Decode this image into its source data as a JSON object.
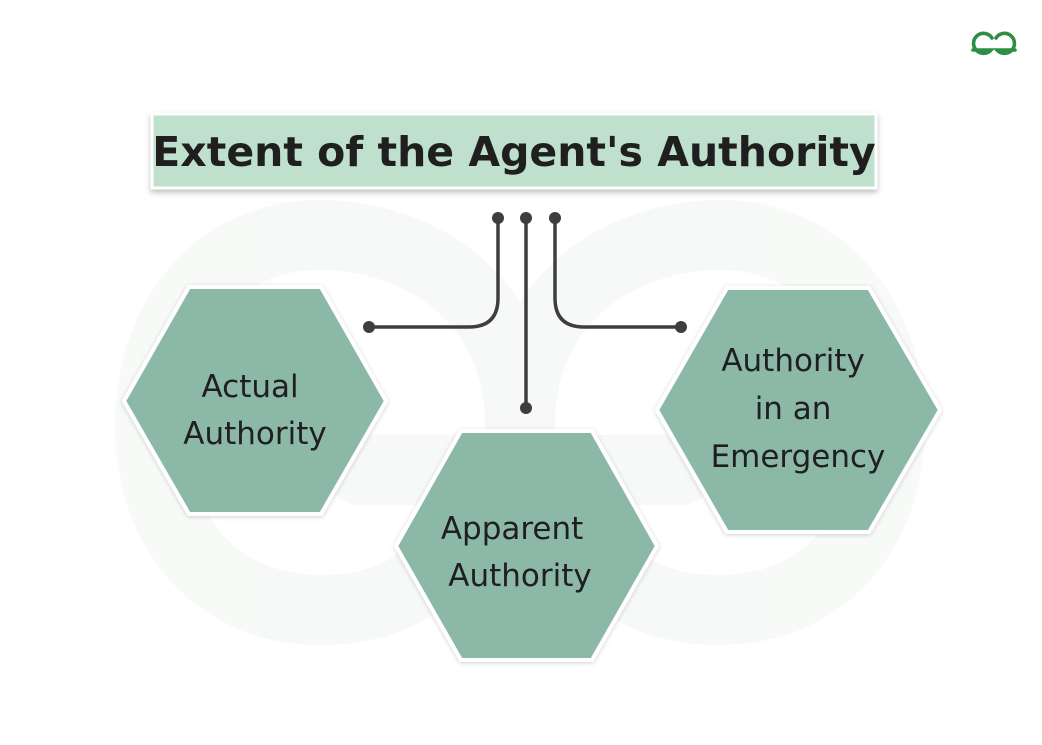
{
  "title": "Extent of the Agent's Authority",
  "nodes": [
    {
      "lines": [
        "Actual",
        "Authority"
      ]
    },
    {
      "lines": [
        "Apparent",
        "Authority"
      ]
    },
    {
      "lines": [
        "Authority",
        "in an",
        "Emergency"
      ]
    }
  ],
  "logo": {
    "name": "geeksforgeeks-logo",
    "color": "#2f8d46"
  },
  "colors": {
    "title_fill": "#bfe0cc",
    "title_border": "#ffffff",
    "hex_fill": "#8cb9a7",
    "hex_border": "#ffffff",
    "connector": "#3e3e3e",
    "watermark": "#f2f5f3",
    "text": "#1f1f1f"
  }
}
